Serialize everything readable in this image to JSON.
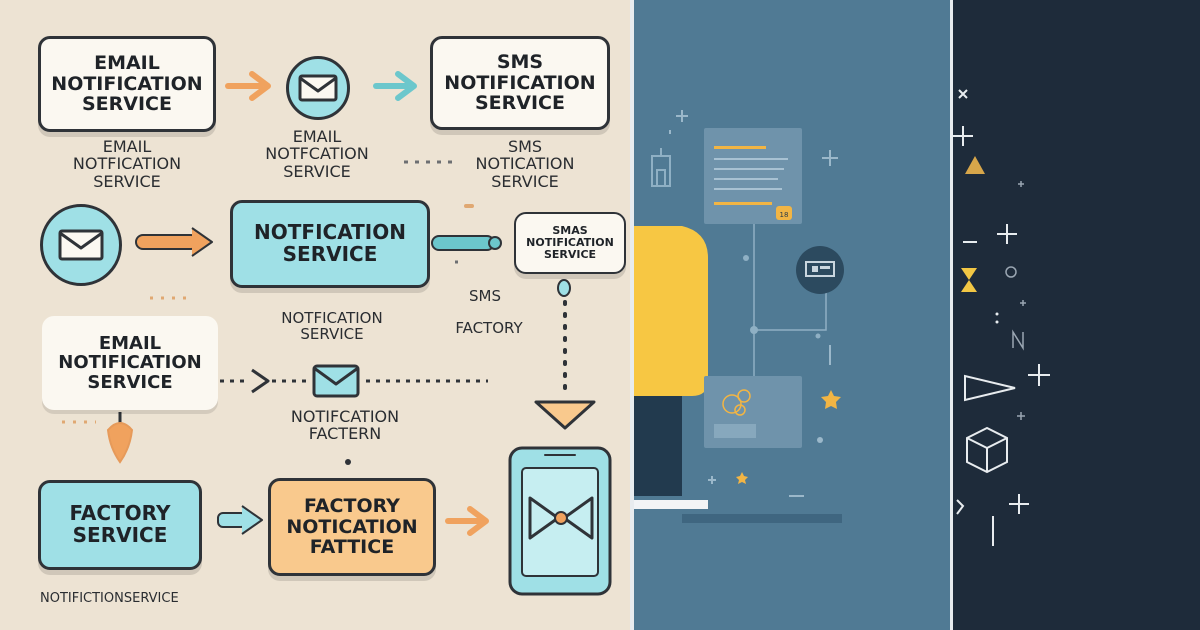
{
  "diagram": {
    "boxes": {
      "email_top": "EMAIL\nNOTIFICATION\nSERVICE",
      "sms_top": "SMS\nNOTIFICATION\nSERVICE",
      "notif_service": "NOTFICATION\nSERVICE",
      "smas": "SMAS\nNOTIFICATION\nSERVICE",
      "email_mid": "EMAIL\nNOTIFICATION\nSERVICE",
      "factory_service": "FACTORY\nSERVICE",
      "factory_notic": "FACTORY\nNOTICATION\nFATTICE"
    },
    "labels": {
      "email_under": "EMAIL\nNOTFICATION\nSERVICE",
      "email_center": "EMAIL\nNOTFCATION\nSERVICE",
      "sms_under": "SMS\nNOTICATION\nSERVICE",
      "notif_service_small": "NOTFICATION\nSERVICE",
      "sms_word": "SMS",
      "factory_word": "FACTORY",
      "notifcation_factern": "NOTIFCATION\nFACTERN",
      "bottom_caption": "NOTIFICTIONSERVICE"
    }
  },
  "colors": {
    "beige_bg": "#ede3d3",
    "cyan_box": "#9fe0e6",
    "orange_box": "#f9c98d",
    "outline": "#2f3338",
    "orange_arrow": "#f0a25e",
    "teal_arrow": "#6cc7cc",
    "mid_bg": "#507a94",
    "yellow": "#f7c743",
    "right_bg": "#1e2b3a"
  },
  "icons": [
    "envelope-icon",
    "arrow-right-icon",
    "dashed-connector",
    "down-triangle-icon",
    "tablet-icon",
    "bowtie-icon",
    "document-card-icon",
    "star-icon",
    "cube-outline-icon",
    "triangle-outline-icon",
    "plus-sparkle-icon"
  ]
}
